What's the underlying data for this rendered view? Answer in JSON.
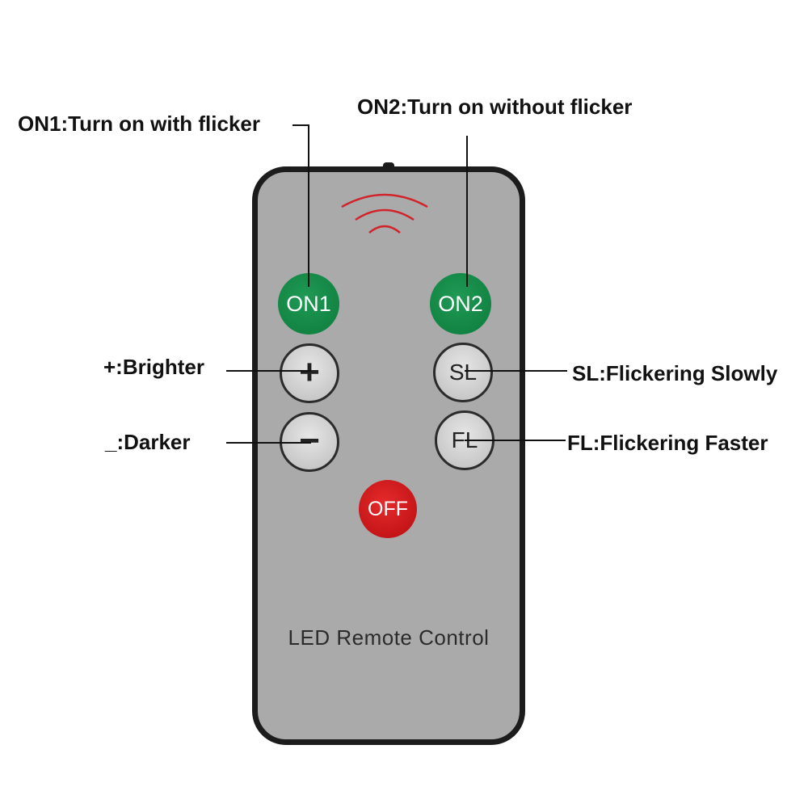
{
  "callouts": {
    "on1": "ON1:Turn on with flicker",
    "on2": "ON2:Turn on without flicker",
    "plus": "+:Brighter",
    "minus": "_:Darker",
    "sl": "SL:Flickering Slowly",
    "fl": "FL:Flickering Faster"
  },
  "remote": {
    "buttons": {
      "on1": "ON1",
      "on2": "ON2",
      "plus": "+",
      "minus": "−",
      "sl": "SL",
      "fl": "FL",
      "off": "OFF"
    },
    "brand_text": "LED Remote Control"
  },
  "colors": {
    "body": "#aaaaab",
    "frame": "#1c1c1c",
    "on_buttons": "#0d7a3b",
    "off_button": "#b80c10",
    "signal_arcs": "#d0232a"
  },
  "icons": [
    "signal-waves-icon"
  ]
}
